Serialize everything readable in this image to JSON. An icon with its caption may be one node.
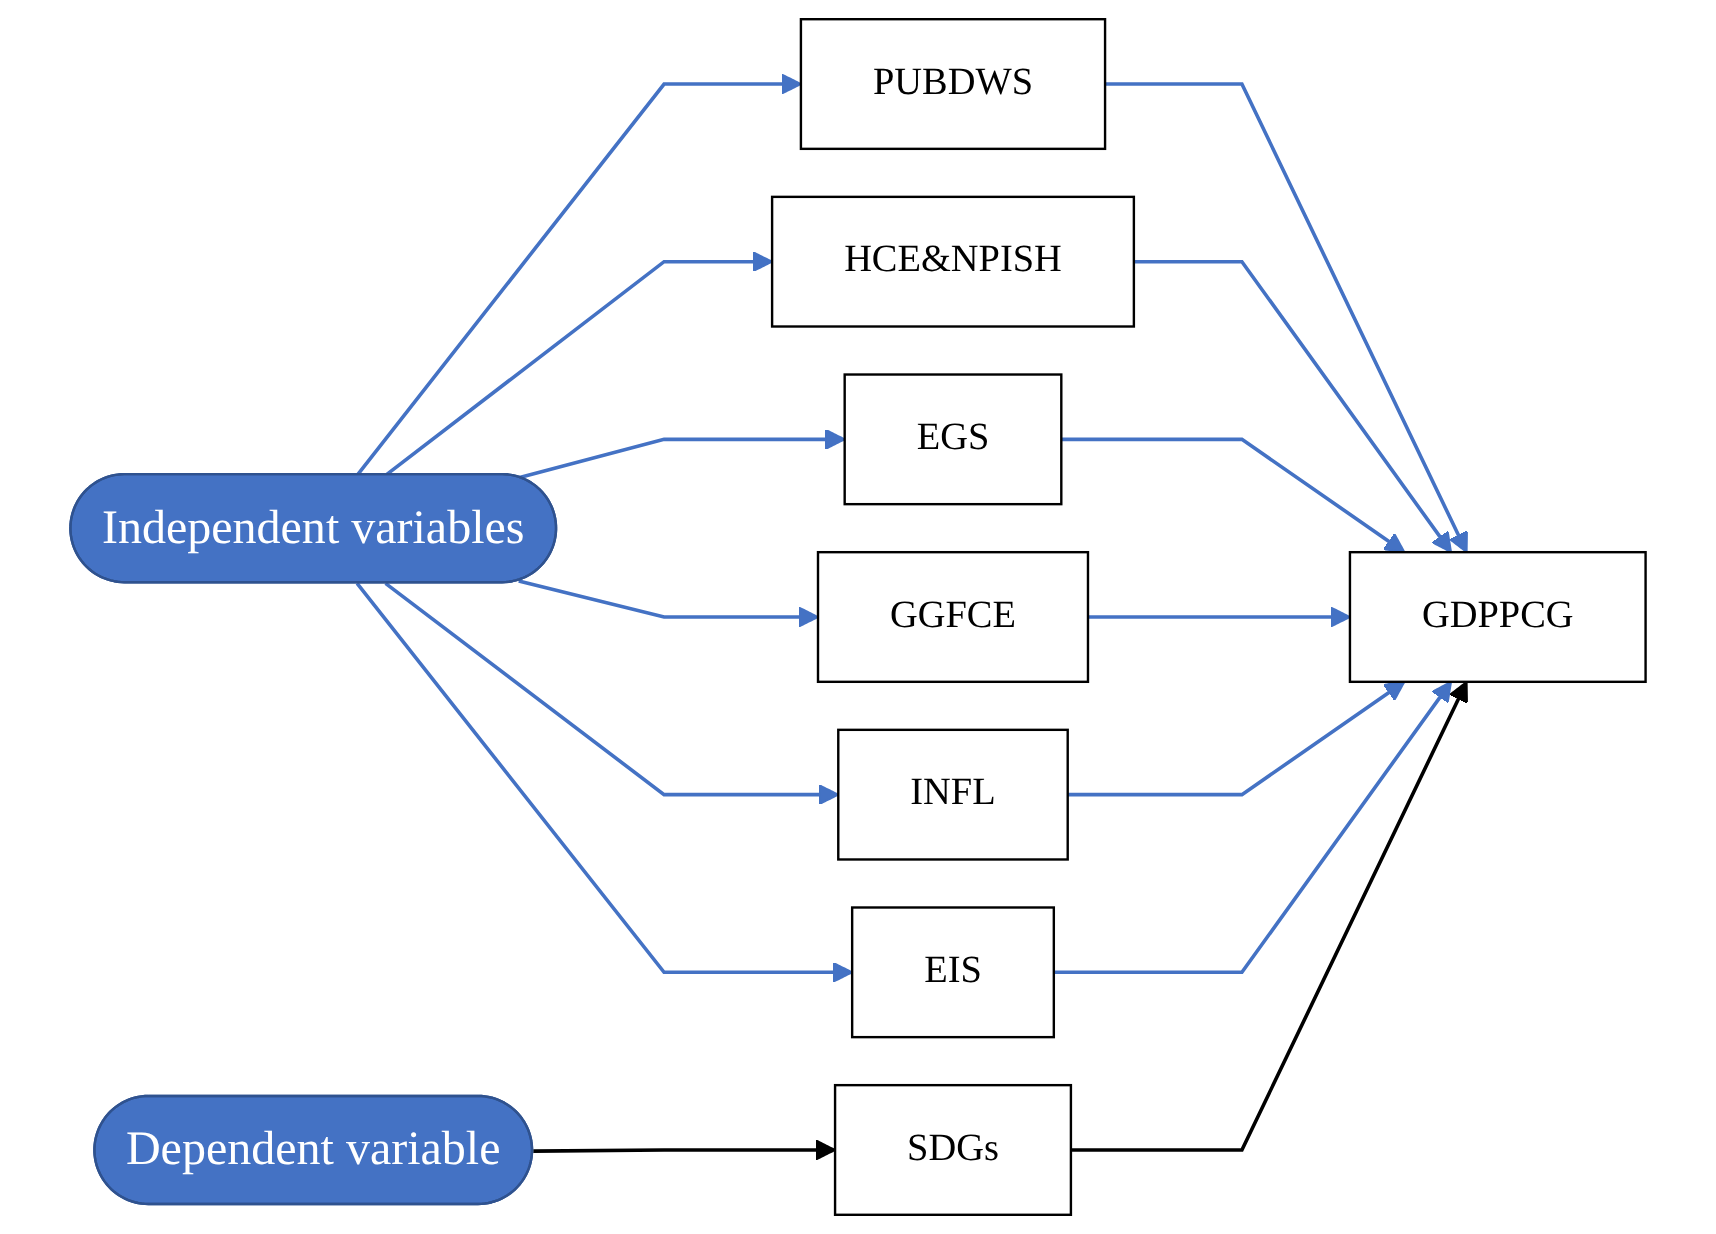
{
  "diagram": {
    "nodes": [
      {
        "text": [
          "Independent variables"
        ]
      },
      {
        "text": [
          "PUBDWS"
        ]
      },
      {
        "text": [
          "HCE&NPISH"
        ]
      },
      {
        "text": [
          "EGS"
        ]
      },
      {
        "text": [
          "GGFCE"
        ]
      },
      {
        "text": [
          "INFL"
        ]
      },
      {
        "text": [
          "EIS"
        ]
      },
      {
        "text": [
          "Dependent variable"
        ]
      },
      {
        "text": [
          "SDGs"
        ]
      },
      {
        "text": [
          "GDPPCG"
        ]
      }
    ],
    "edges": [
      {
        "from": 0,
        "to": 1,
        "arrow": "to"
      },
      {
        "from": 0,
        "to": 2,
        "arrow": "to"
      },
      {
        "from": 0,
        "to": 3,
        "arrow": "to"
      },
      {
        "from": 0,
        "to": 4,
        "arrow": "to"
      },
      {
        "from": 0,
        "to": 5,
        "arrow": "to"
      },
      {
        "from": 0,
        "to": 6,
        "arrow": "to"
      },
      {
        "from": 1,
        "to": 9,
        "arrow": "to"
      },
      {
        "from": 2,
        "to": 9,
        "arrow": "to"
      },
      {
        "from": 3,
        "to": 9,
        "arrow": "to"
      },
      {
        "from": 4,
        "to": 9,
        "arrow": "to"
      },
      {
        "from": 5,
        "to": 9,
        "arrow": "to"
      },
      {
        "from": 6,
        "to": 9,
        "arrow": "to"
      },
      {
        "from": 7,
        "to": 8,
        "arrow": "to",
        "color": "#000000"
      },
      {
        "from": 8,
        "to": 9,
        "arrow": "to",
        "color": "#000000"
      }
    ]
  }
}
